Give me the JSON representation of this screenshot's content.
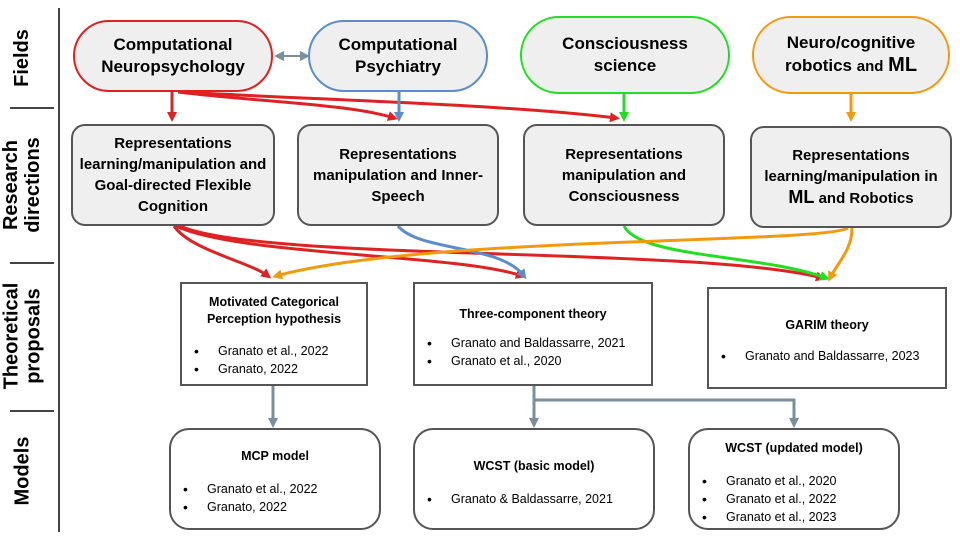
{
  "row_labels": {
    "fields": "Fields",
    "research_directions": "Research directions",
    "theoretical_proposals": "Theoretical proposals",
    "models": "Models"
  },
  "fields": [
    {
      "label": "Computational Neuropsychology",
      "color": "#dd2222"
    },
    {
      "label": "Computational Psychiatry",
      "color": "#5b8ccc"
    },
    {
      "label": "Consciousness science",
      "color": "#22dd22"
    },
    {
      "label_main": "Neuro/cognitive robotics",
      "label_and": "and",
      "label_ml": "ML",
      "color": "#f29a0e"
    }
  ],
  "research_directions": [
    {
      "label": "Representations learning/manipulation and Goal-directed Flexible Cognition"
    },
    {
      "label": "Representations manipulation and Inner-Speech"
    },
    {
      "label": "Representations manipulation and Consciousness"
    },
    {
      "label_pre": "Representations learning/manipulation in",
      "label_ml": "ML",
      "label_post": "and Robotics"
    }
  ],
  "proposals": [
    {
      "title": "Motivated Categorical Perception hypothesis",
      "refs": [
        "Granato et al., 2022",
        "Granato, 2022"
      ]
    },
    {
      "title": "Three-component theory",
      "refs": [
        "Granato and Baldassarre, 2021",
        "Granato et al., 2020"
      ]
    },
    {
      "title": "GARIM theory",
      "refs": [
        "Granato and Baldassarre, 2023"
      ]
    }
  ],
  "models": [
    {
      "title": "MCP model",
      "refs": [
        "Granato et al., 2022",
        "Granato, 2022"
      ]
    },
    {
      "title": "WCST (basic model)",
      "refs": [
        "Granato & Baldassarre, 2021"
      ]
    },
    {
      "title": "WCST (updated model)",
      "refs": [
        "Granato et al., 2020",
        "Granato et al., 2022",
        "Granato et al., 2023"
      ]
    }
  ],
  "colors": {
    "red": "#dd2222",
    "blue": "#5b8ccc",
    "green": "#22dd22",
    "orange": "#f29a0e",
    "grey": "#7a8f9c"
  }
}
